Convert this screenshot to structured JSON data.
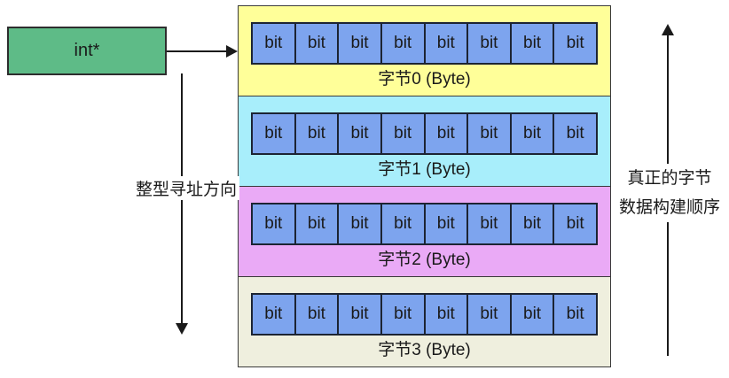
{
  "pointer_box": {
    "label": "int*",
    "fill": "#5ebb87"
  },
  "left_arrow": {
    "label": "整型寻址方向",
    "direction": "down"
  },
  "right_arrow": {
    "label_line1": "真正的字节",
    "label_line2": "数据构建顺序",
    "direction": "up"
  },
  "bytes": [
    {
      "label": "字节0 (Byte)",
      "fill": "#ffff99",
      "bits": [
        "bit",
        "bit",
        "bit",
        "bit",
        "bit",
        "bit",
        "bit",
        "bit"
      ]
    },
    {
      "label": "字节1 (Byte)",
      "fill": "#a8eefb",
      "bits": [
        "bit",
        "bit",
        "bit",
        "bit",
        "bit",
        "bit",
        "bit",
        "bit"
      ]
    },
    {
      "label": "字节2 (Byte)",
      "fill": "#eaaaf6",
      "bits": [
        "bit",
        "bit",
        "bit",
        "bit",
        "bit",
        "bit",
        "bit",
        "bit"
      ]
    },
    {
      "label": "字节3 (Byte)",
      "fill": "#efefde",
      "bits": [
        "bit",
        "bit",
        "bit",
        "bit",
        "bit",
        "bit",
        "bit",
        "bit"
      ]
    }
  ],
  "colors": {
    "bit_fill": "#7da4ee",
    "bit_border": "#1c2433",
    "block_border": "#3a3a3a",
    "pointer_fill": "#5ebb87",
    "arrow": "#1a1a1a",
    "background": "#ffffff"
  }
}
